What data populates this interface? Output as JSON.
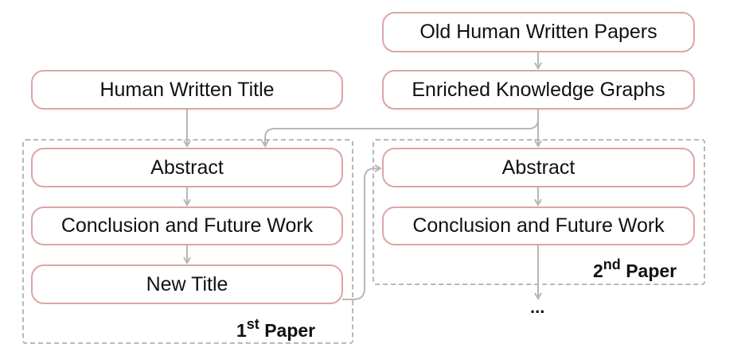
{
  "nodes": {
    "old_papers": "Old Human Written Papers",
    "human_title": "Human Written Title",
    "enriched_kg": "Enriched Knowledge Graphs"
  },
  "paper1": {
    "abstract": "Abstract",
    "conclusion": "Conclusion and Future Work",
    "new_title": "New Title",
    "label_num": "1",
    "label_sup": "st",
    "label_text": "Paper"
  },
  "paper2": {
    "abstract": "Abstract",
    "conclusion": "Conclusion and Future Work",
    "label_num": "2",
    "label_sup": "nd",
    "label_text": "Paper"
  },
  "continuation": "...",
  "colors": {
    "node_border": "#dca5a5",
    "arrow": "#b7b7b7",
    "frame": "#b7b7b7",
    "text": "#111111"
  }
}
